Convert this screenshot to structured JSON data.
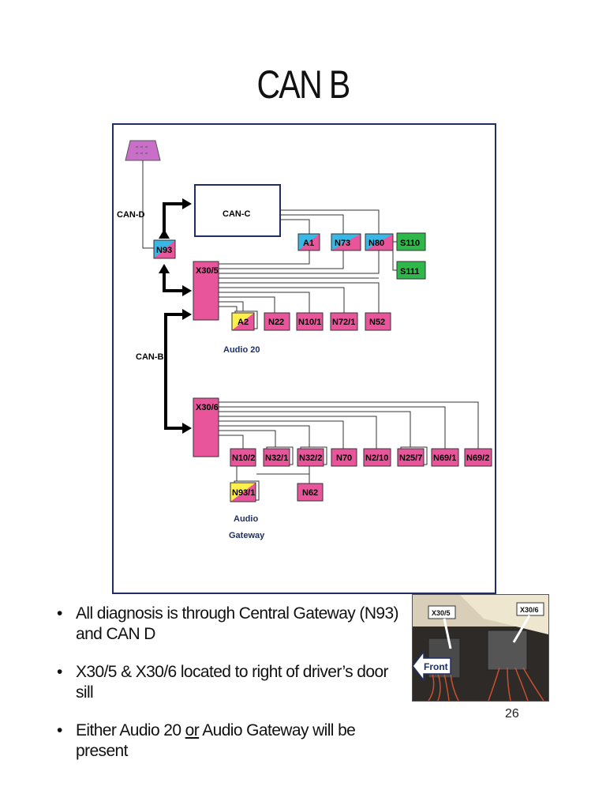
{
  "slide": {
    "title": "CAN B",
    "page_number": "26"
  },
  "diagram": {
    "bus_labels": {
      "can_d": "CAN-D",
      "can_c": "CAN-C",
      "can_b": "CAN-B"
    },
    "gateway": "N93",
    "connectors": {
      "x30_5": "X30/5",
      "x30_6": "X30/6"
    },
    "can_c_modules": [
      "A1",
      "N73",
      "N80"
    ],
    "switches": [
      "S110",
      "S111"
    ],
    "x30_5_modules": [
      "A2",
      "N22",
      "N10/1",
      "N72/1",
      "N52"
    ],
    "x30_6_modules": [
      "N10/2",
      "N32/1",
      "N32/2",
      "N70",
      "N2/10",
      "N25/7",
      "N69/1",
      "N69/2"
    ],
    "x30_6_modules_row2": [
      "N93/1",
      "N62"
    ],
    "audio_labels": {
      "audio20": "Audio 20",
      "audio_gateway_line1": "Audio",
      "audio_gateway_line2": "Gateway"
    }
  },
  "bullets": {
    "b1": "All diagnosis is through Central Gateway (N93) and CAN D",
    "b2": "X30/5 & X30/6 located to right of driver’s door sill",
    "b3_pre": "Either Audio 20 ",
    "b3_or": "or",
    "b3_post": " Audio Gateway will be present"
  },
  "photo": {
    "label_x30_5": "X30/5",
    "label_x30_6": "X30/6",
    "label_front": "Front"
  },
  "colors": {
    "pink": "#e8559a",
    "blue": "#39b8e6",
    "green": "#2fb84a",
    "yellow": "#ffef4a",
    "purple": "#c96fc9",
    "navy": "#1f2f66"
  }
}
